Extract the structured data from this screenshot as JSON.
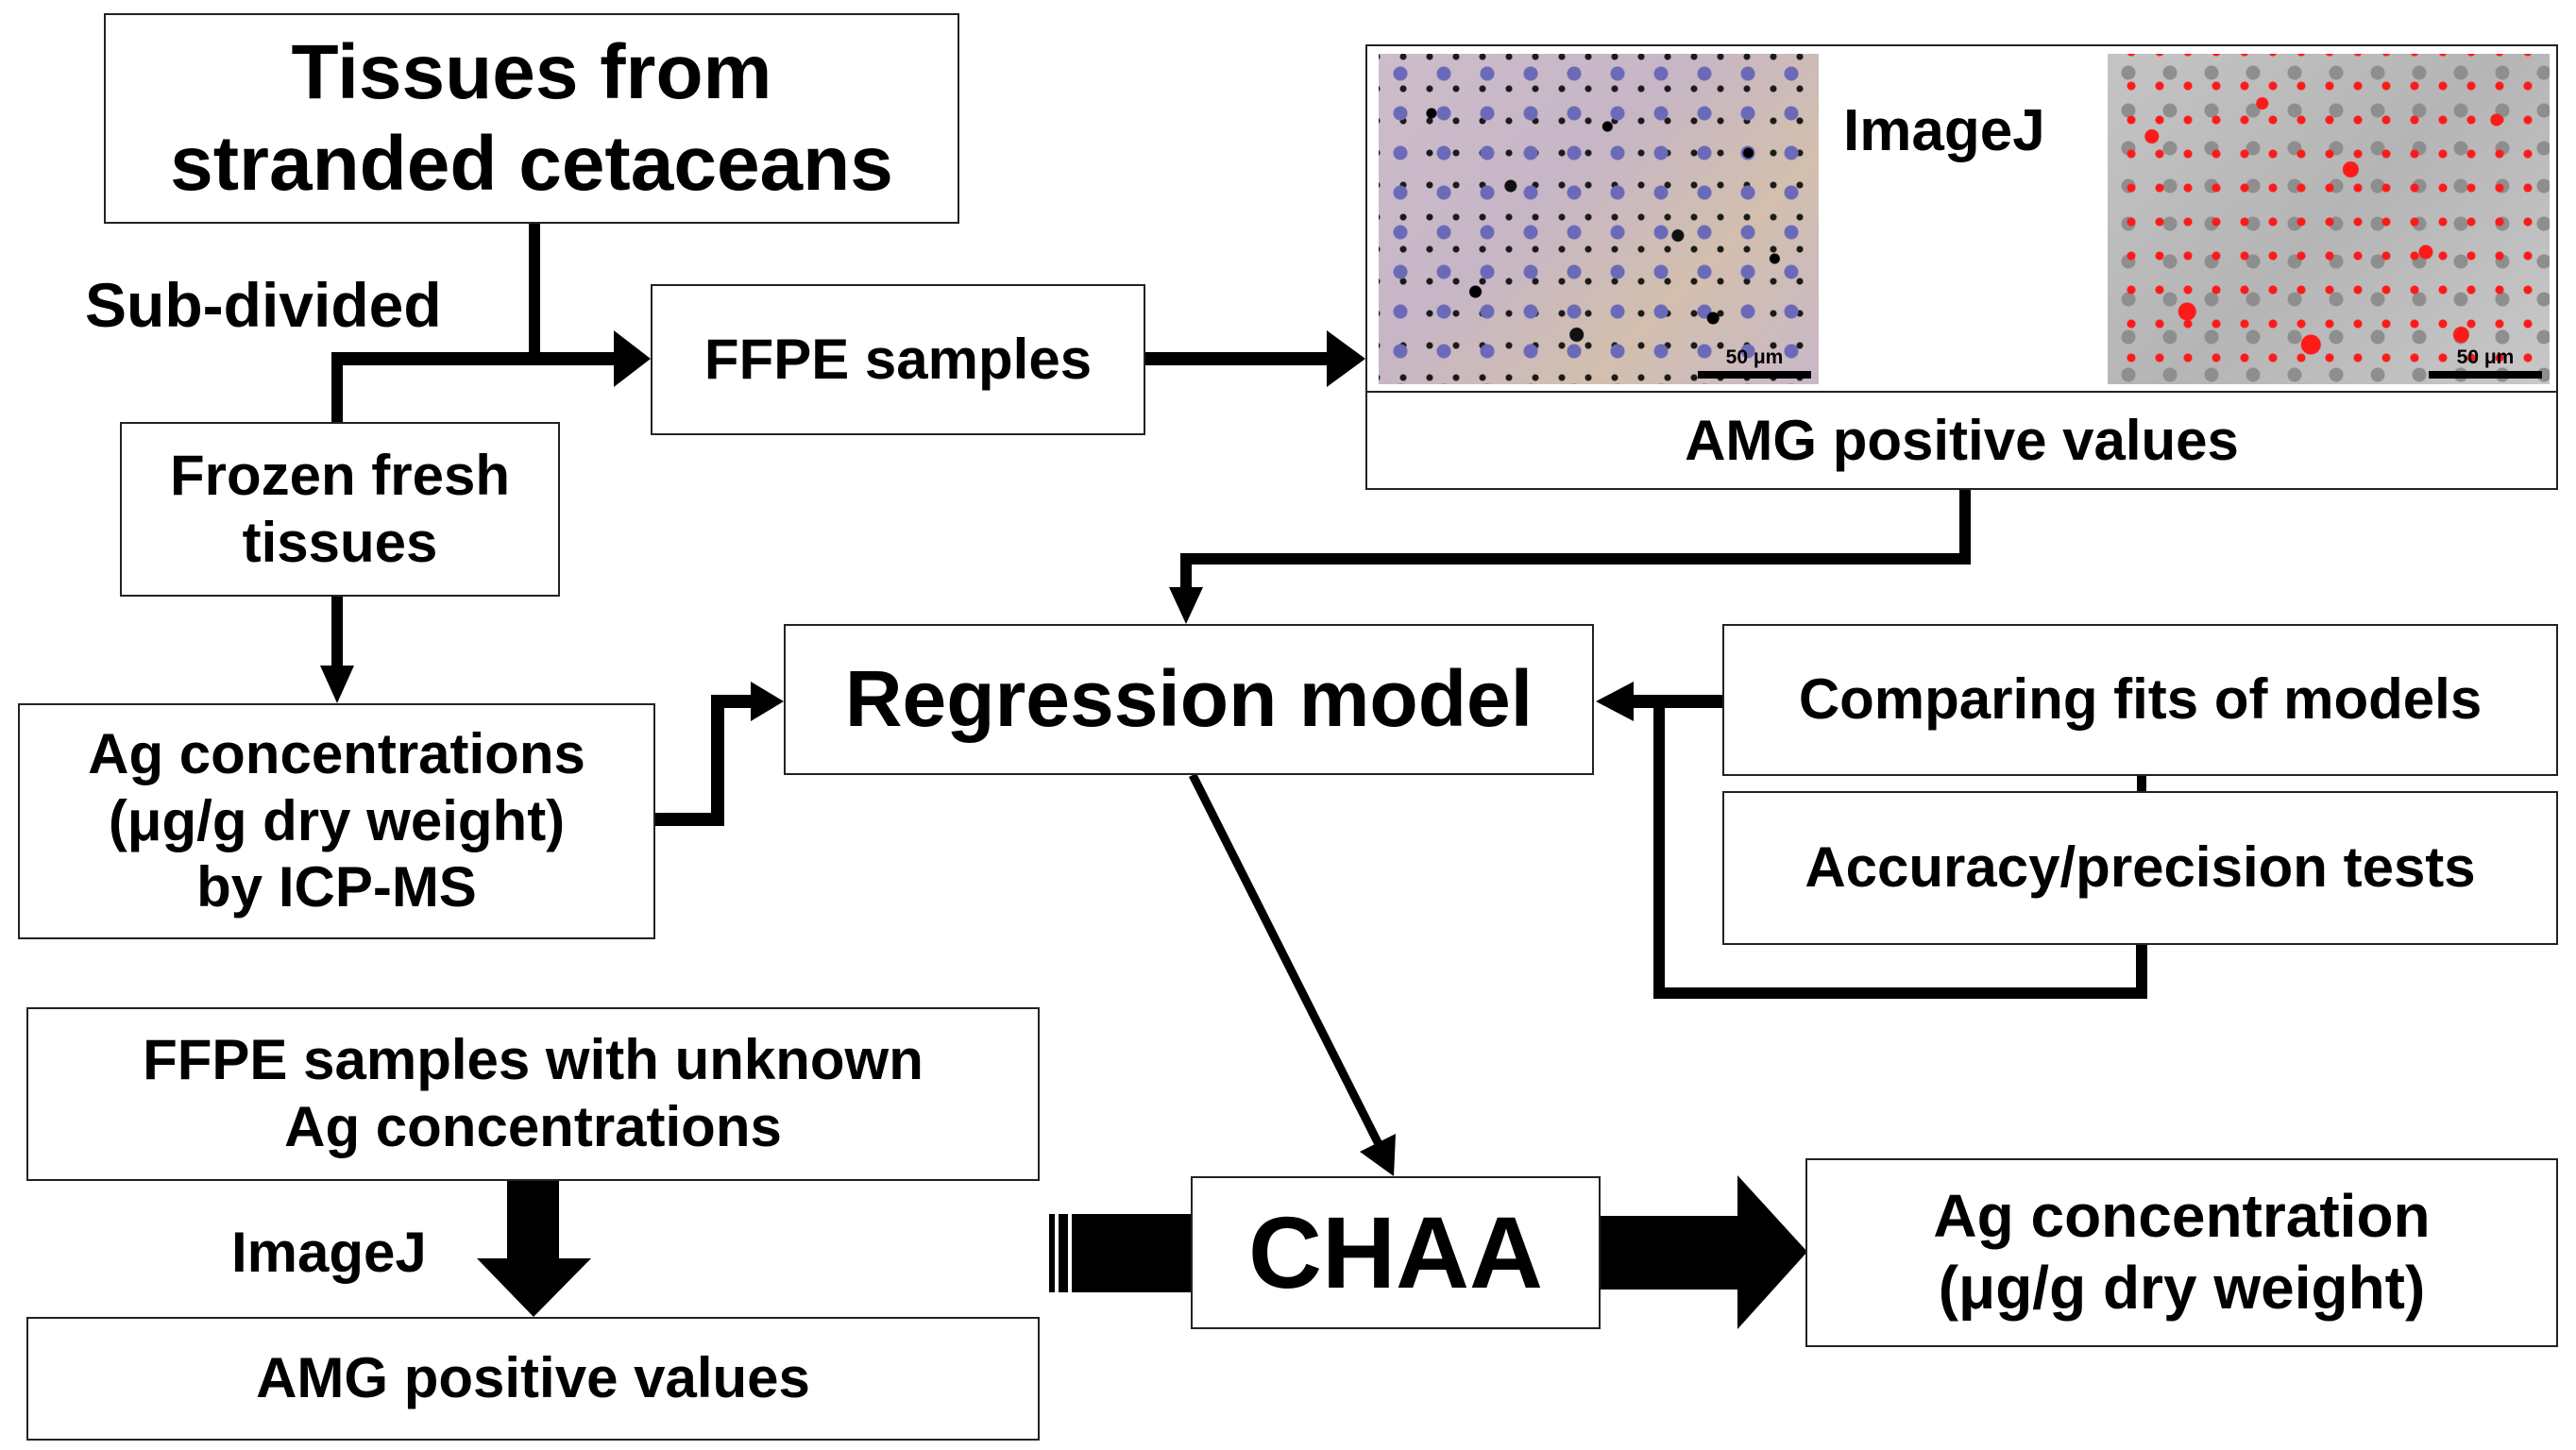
{
  "diagram": {
    "nodes": {
      "tissues": "Tissues from\nstranded cetaceans",
      "ffpe_samples": "FFPE samples",
      "frozen": "Frozen fresh\ntissues",
      "ag_icpms": "Ag concentrations\n(μg/g dry weight)\nby ICP-MS",
      "amg_panel": "AMG positive values",
      "regression": "Regression model",
      "comparing": "Comparing fits of models",
      "accuracy": "Accuracy/precision tests",
      "ffpe_unknown": "FFPE samples with unknown\nAg concentrations",
      "amg_bottom": "AMG positive values",
      "chaa": "CHAA",
      "ag_result": "Ag concentration\n(μg/g dry weight)"
    },
    "edge_labels": {
      "subdivided": "Sub-divided",
      "imagej_top": "ImageJ",
      "imagej_bottom": "ImageJ"
    },
    "images": {
      "left": {
        "description": "AMG-stained tissue micrograph",
        "scale_bar": "50 μm"
      },
      "right": {
        "description": "ImageJ-processed micrograph with AMG-positive areas in red",
        "scale_bar": "50 μm"
      }
    },
    "colors": {
      "line": "#000000",
      "border": "#222222",
      "highlight_red": "#ff1a1a",
      "tissue_bg": "#c9b8c8",
      "nuclei": "#6a6ab8",
      "grey_bg": "#bdbdbd"
    }
  }
}
